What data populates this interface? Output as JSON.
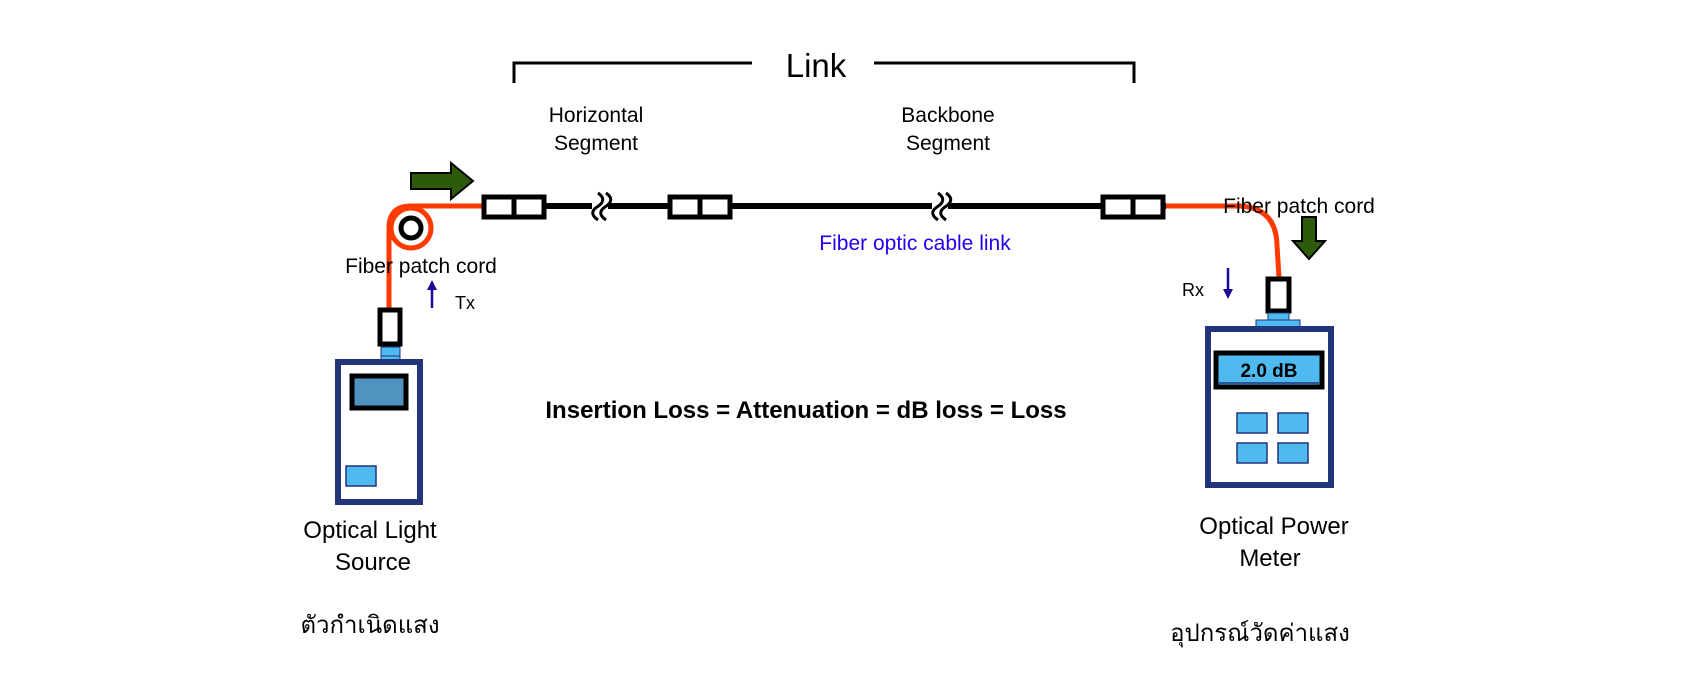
{
  "title": "Link",
  "segments": {
    "horizontal": [
      "Horizontal",
      "Segment"
    ],
    "backbone": [
      "Backbone",
      "Segment"
    ]
  },
  "cable_label": "Fiber optic cable link",
  "patch_cord_left": "Fiber patch cord",
  "patch_cord_right": "Fiber patch cord",
  "tx_label": "Tx",
  "rx_label": "Rx",
  "equation": "Insertion Loss = Attenuation = dB loss = Loss",
  "light_source": {
    "name": [
      "Optical Light",
      "Source"
    ],
    "thai": "ตัวกำเนิดแสง"
  },
  "power_meter": {
    "name": [
      "Optical Power",
      "Meter"
    ],
    "reading": "2.0 dB",
    "thai": "อุปกรณ์วัดค่าแสง"
  },
  "colors": {
    "patch_cord": "#ff3a00",
    "cable": "#000000",
    "device_border": "#22347a",
    "device_accent": "#4fbaf0",
    "direction_arrow": "#2e5b0a",
    "signal_arrow": "#1a0a9a",
    "cable_label": "#2200ee"
  }
}
